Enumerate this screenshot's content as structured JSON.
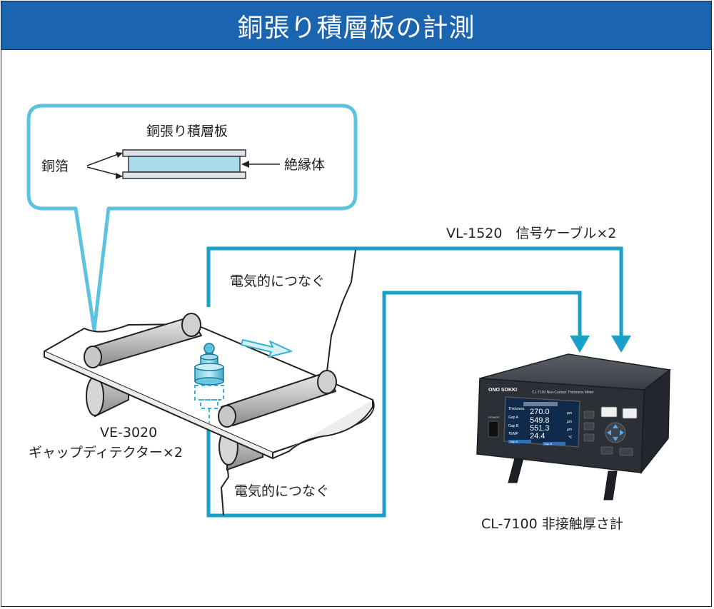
{
  "title": "銅張り積層板の計測",
  "callout": {
    "heading": "銅張り積層板",
    "left_label": "銅箔",
    "right_label": "絶縁体"
  },
  "cable_label": "VL-1520　信号ケーブル×2",
  "connect_label_top": "電気的につなぐ",
  "connect_label_bottom": "電気的につなぐ",
  "detector_model": "VE-3020",
  "detector_name": "ギャップディテクター×2",
  "device_label": "CL-7100 非接触厚さ計",
  "device": {
    "brand": "ONO SOKKI",
    "model_line": "CL-7100 Non-Contact Thickness Meter",
    "rows": [
      {
        "name": "Thickness",
        "value": "270.0",
        "unit": "μm"
      },
      {
        "name": "Gap A",
        "value": "549.8",
        "unit": "μm"
      },
      {
        "name": "Gap B",
        "value": "551.3",
        "unit": "μm"
      },
      {
        "name": "TEMP",
        "value": "24.4",
        "unit": "℃"
      }
    ],
    "power_label": "POWER",
    "gap_a_tag": "Gap A",
    "gap_b_tag": "Gap B"
  },
  "colors": {
    "title_bg": "#1a64b0",
    "cable": "#1aa0c8",
    "callout": "#5cc3df",
    "roller": "#b8b8b8",
    "device_body": "#2b2f36",
    "screen": "#0f2a4a"
  }
}
